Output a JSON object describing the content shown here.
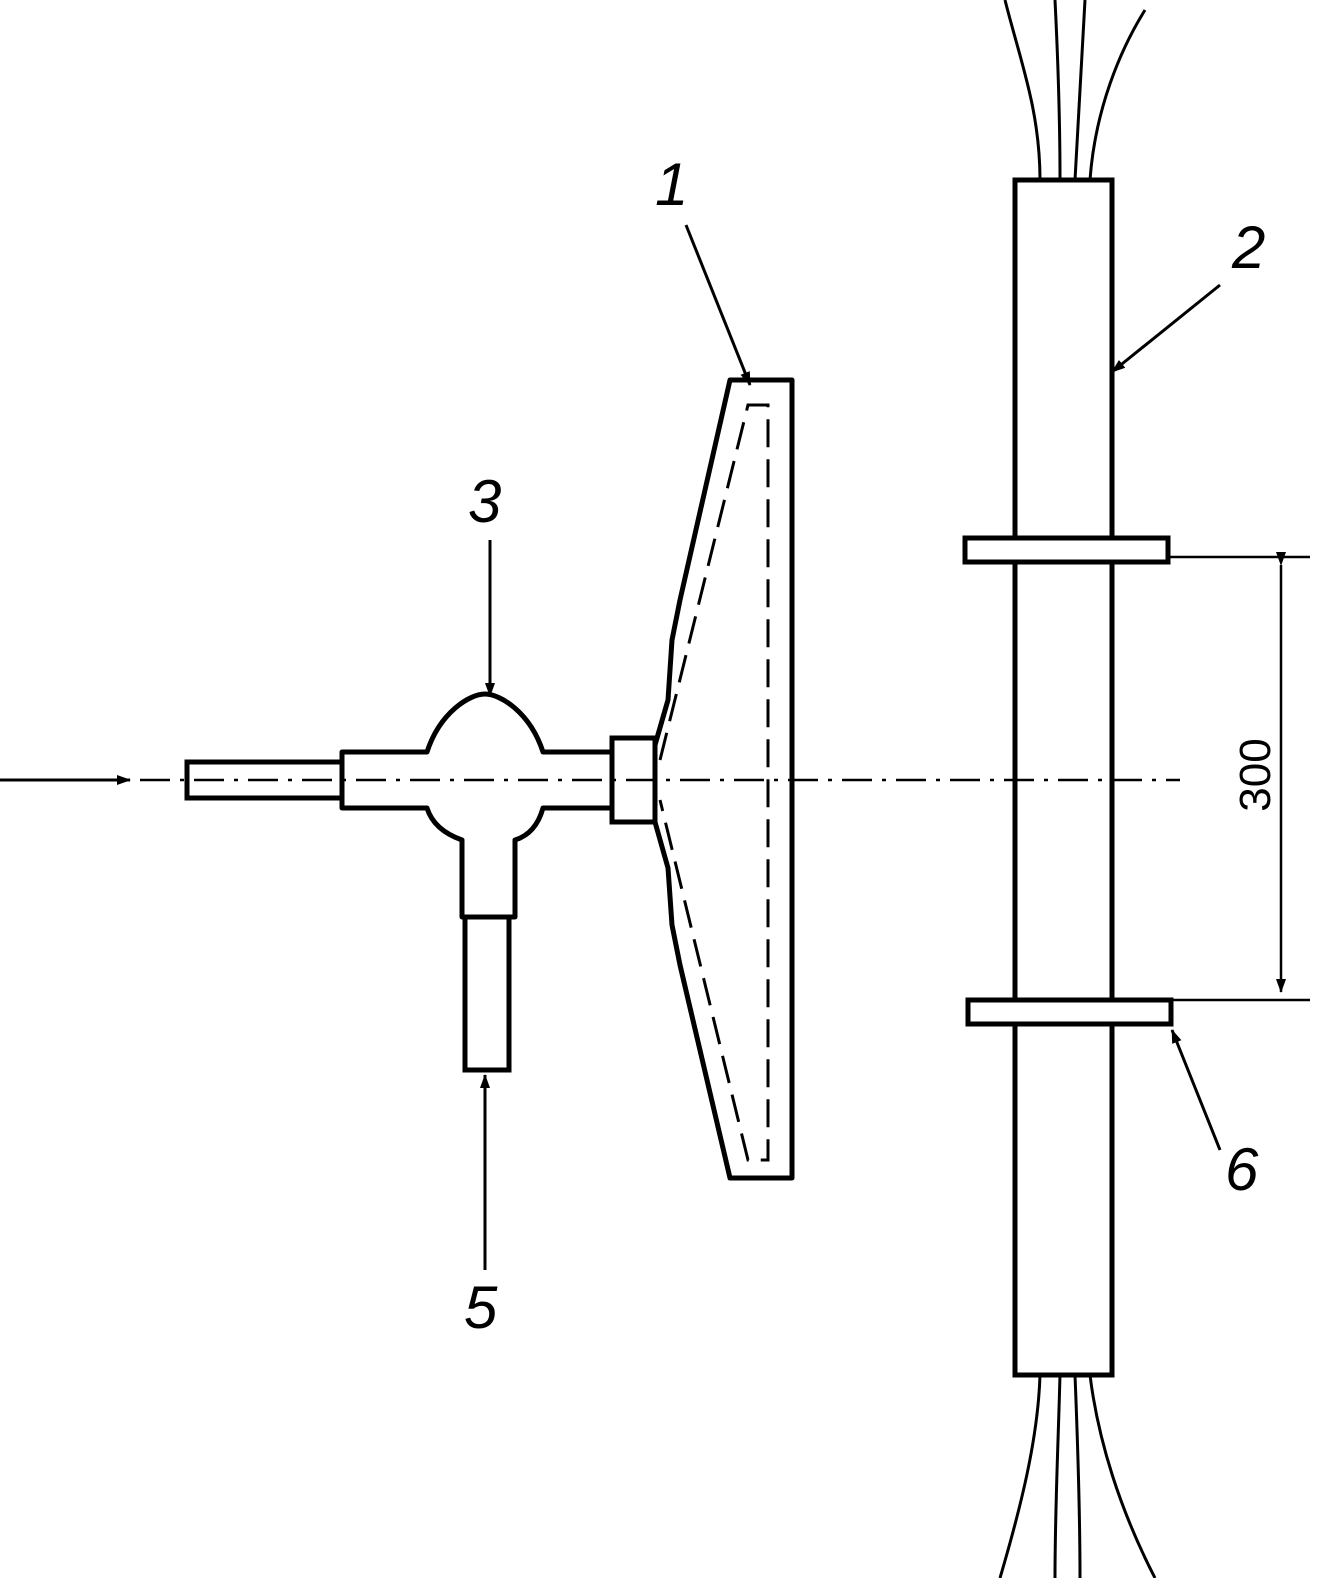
{
  "labels": {
    "part_1": "1",
    "part_2": "2",
    "part_3": "3",
    "part_5": "5",
    "part_6": "6"
  },
  "dimension": {
    "value": "300"
  },
  "colors": {
    "ink": "#000000",
    "paper": "#ffffff"
  }
}
